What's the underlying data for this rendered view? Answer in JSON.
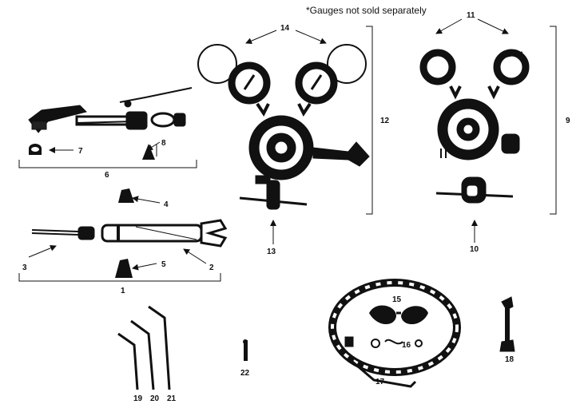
{
  "note": "*Gauges not sold separately",
  "callouts": {
    "c1": "1",
    "c2": "2",
    "c3": "3",
    "c4": "4",
    "c5": "5",
    "c6": "6",
    "c7": "7",
    "c8": "8",
    "c9": "9",
    "c10": "10",
    "c11": "11",
    "c12": "12",
    "c13": "13",
    "c14": "14",
    "c15": "15",
    "c16": "16",
    "c17": "17",
    "c18": "18",
    "c19": "19",
    "c20": "20",
    "c21": "21",
    "c22": "22"
  },
  "colors": {
    "ink": "#111111",
    "paper": "#ffffff"
  }
}
